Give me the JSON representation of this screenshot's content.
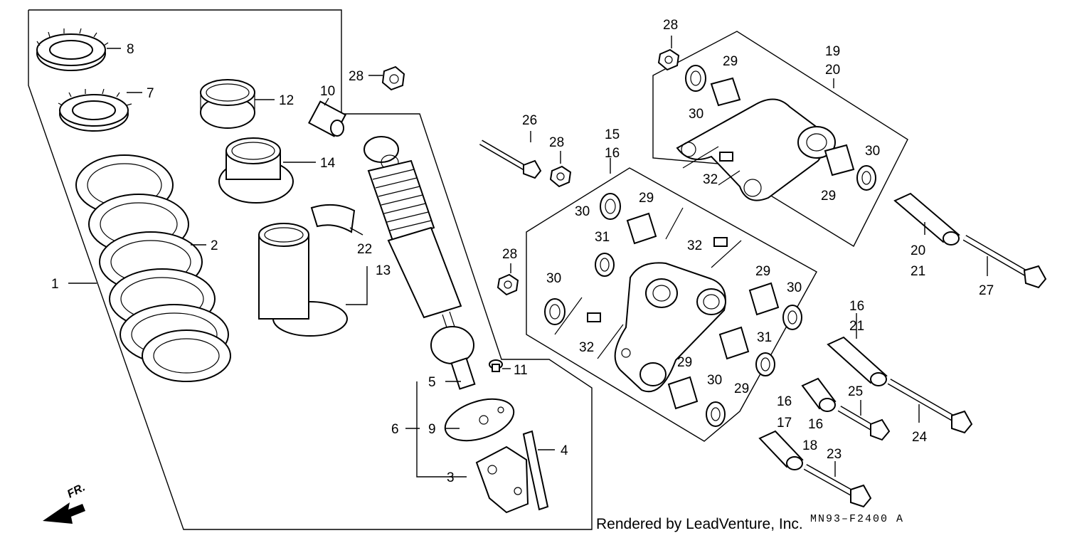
{
  "callouts": [
    "1",
    "2",
    "3",
    "4",
    "5",
    "6",
    "7",
    "8",
    "9",
    "10",
    "11",
    "12",
    "13",
    "14",
    "15",
    "16",
    "17",
    "18",
    "19",
    "20",
    "21",
    "22",
    "23",
    "24",
    "25",
    "26",
    "27",
    "28",
    "29",
    "30",
    "31",
    "32"
  ],
  "direction_marker": "FR.",
  "credit": "Rendered by LeadVenture, Inc.",
  "diagram_code": "MN93–F2400 A"
}
